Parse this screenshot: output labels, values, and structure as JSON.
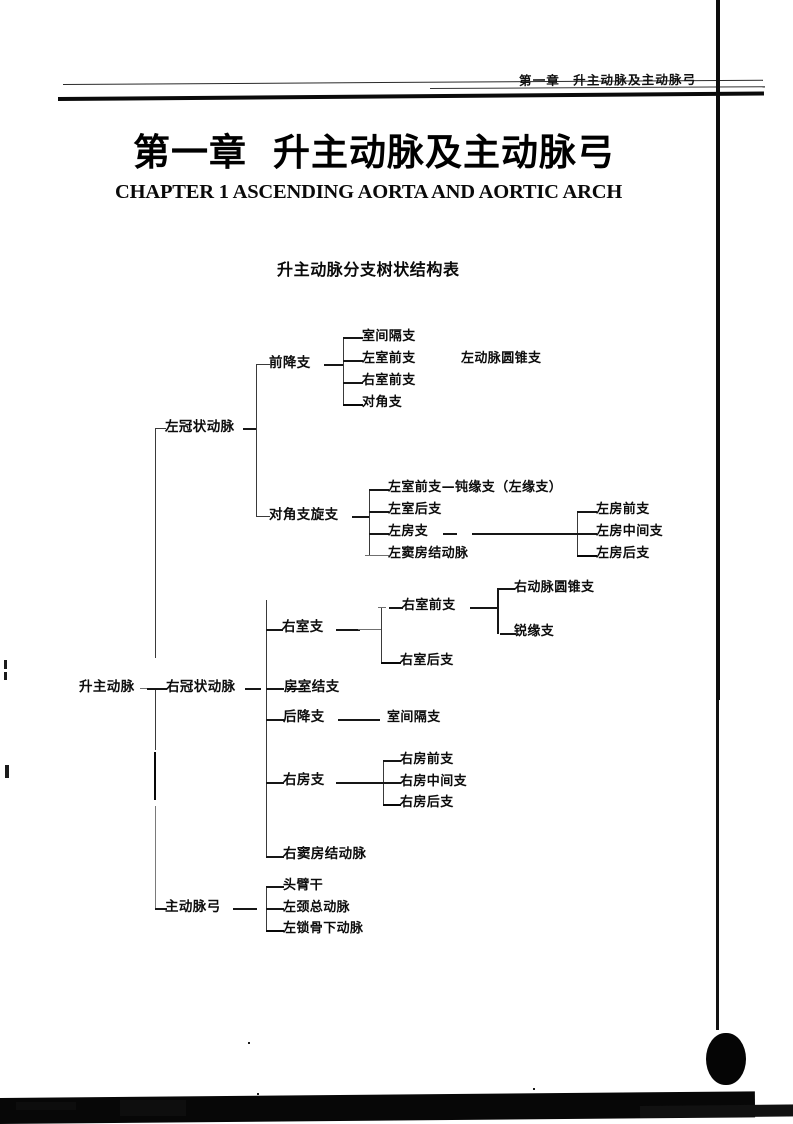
{
  "header": {
    "running_head_chapter": "第一章",
    "running_head_title": "升主动脉及主动脉弓",
    "chapter_title_cn_left": "第一章",
    "chapter_title_cn_right": "升主动脉及主动脉弓",
    "chapter_title_en": "CHAPTER 1   ASCENDING AORTA AND AORTIC ARCH",
    "subtitle": "升主动脉分支树状结构表"
  },
  "tree": {
    "root": "升主动脉",
    "level2": {
      "left_coronary": "左冠状动脉",
      "right_coronary": "右冠状动脉",
      "aortic_arch": "主动脉弓"
    },
    "left_coronary_children": {
      "lad": "前降支",
      "circumflex": "对角支旋支"
    },
    "lad_children": [
      "室间隔支",
      "左室前支",
      "右室前支",
      "对角支"
    ],
    "lad_annotation": "左动脉圆锥支",
    "circumflex_children": [
      "左室前支—钝缘支（左缘支）",
      "左室后支",
      "左房支",
      "左窦房结动脉"
    ],
    "left_atrial_children": [
      "左房前支",
      "左房中间支",
      "左房后支"
    ],
    "right_coronary_children": [
      "右室支",
      "房室结支",
      "后降支",
      "右房支",
      "右窦房结动脉"
    ],
    "right_ventricular_children": [
      "右室前支",
      "右室后支"
    ],
    "right_anterior_ventricular_children": [
      "右动脉圆锥支",
      "锐缘支"
    ],
    "posterior_descending_child": "室间隔支",
    "right_atrial_children": [
      "右房前支",
      "右房中间支",
      "右房后支"
    ],
    "aortic_arch_children": [
      "头臂干",
      "左颈总动脉",
      "左锁骨下动脉"
    ]
  }
}
